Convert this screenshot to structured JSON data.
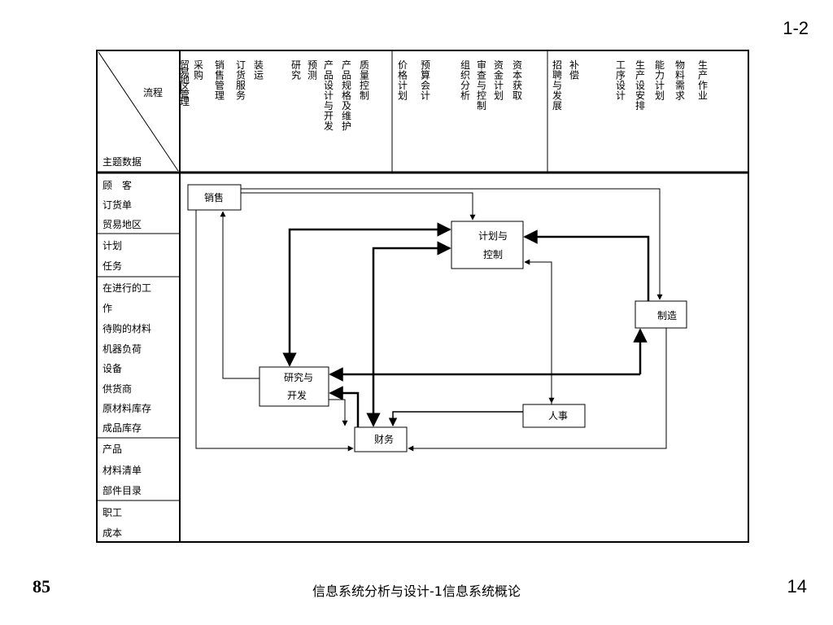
{
  "slide_number": "1-2",
  "footer": {
    "left": "85",
    "center": "信息系统分析与设计-1信息系统概论",
    "right": "14"
  },
  "header": {
    "corner_top": "流程",
    "corner_bottom": "主题数据",
    "processes": [
      "贸易地区管理",
      "采购",
      "销售管理",
      "订货服务",
      "装运",
      "研究",
      "预测",
      "产品设计与开发",
      "产品规格及维护",
      "质量控制",
      "价格计划",
      "预算会计",
      "组织分析",
      "审查与控制",
      "资金计划",
      "资本获取",
      "招聘与发展",
      "补偿",
      "工序设计",
      "生产设安排",
      "能力计划",
      "物料需求",
      "生产作业"
    ]
  },
  "left_column": {
    "groups": [
      [
        "顾　客",
        "订货单",
        "贸易地区"
      ],
      [
        "计划",
        "任务"
      ],
      [
        "在进行的工",
        "作",
        "待购的材料",
        "机器负荷",
        "设备",
        "供货商",
        "原材料库存",
        "成品库存"
      ],
      [
        "产品",
        "材料清单",
        "部件目录"
      ],
      [
        "职工",
        "成本"
      ]
    ]
  },
  "diagram": {
    "boxes": {
      "sales": "销售",
      "planning_1": "计划与",
      "planning_2": "控制",
      "manufacturing": "制造",
      "rd_1": "研究与",
      "rd_2": "开发",
      "personnel": "人事",
      "finance": "财务"
    }
  }
}
